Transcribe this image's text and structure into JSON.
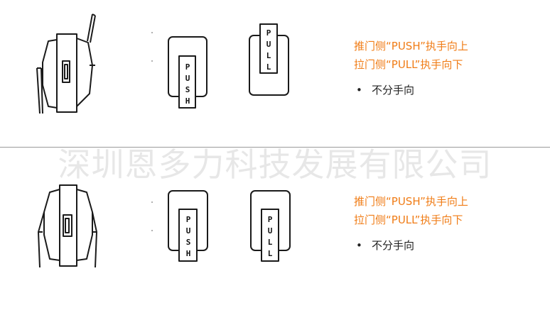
{
  "panels": [
    {
      "note_line1": "推门侧“PUSH”执手向上",
      "note_line2": "拉门侧“PULL”执手向下",
      "bullet": "•",
      "bullet_text": "不分手向",
      "push_plate": [
        "P",
        "U",
        "S",
        "H"
      ],
      "pull_plate": [
        "P",
        "U",
        "L",
        "L"
      ]
    },
    {
      "note_line1": "推门侧“PUSH”执手向上",
      "note_line2": "拉门侧“PULL”执手向下",
      "bullet": "•",
      "bullet_text": "不分手向",
      "push_plate": [
        "P",
        "U",
        "S",
        "H"
      ],
      "pull_plate": [
        "P",
        "U",
        "L",
        "L"
      ]
    }
  ],
  "watermark": "深圳恩多力科技发展有限公司",
  "colors": {
    "note": "#f07c16",
    "ink": "#1a1a1a",
    "divider": "#9a9a9a"
  }
}
